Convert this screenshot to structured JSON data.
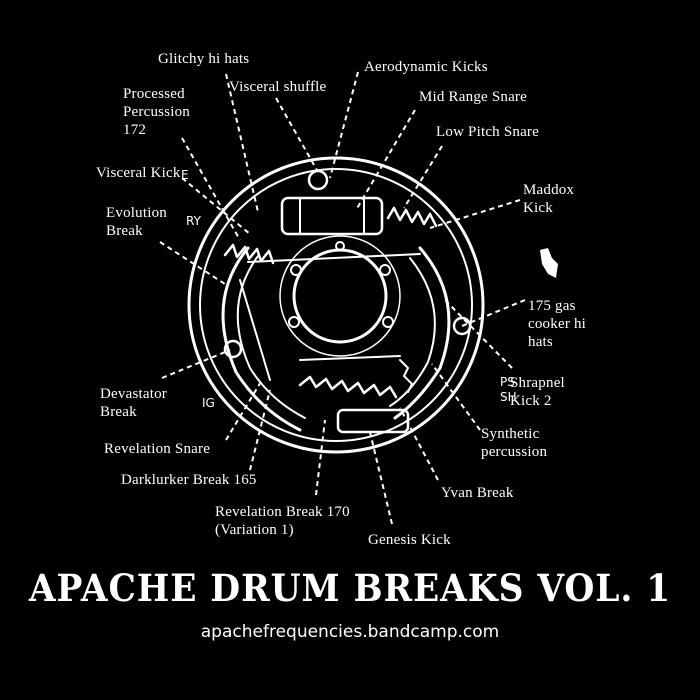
{
  "labels": {
    "glitchy_hi_hats": "Glitchy hi hats",
    "aerodynamic_kicks": "Aerodynamic Kicks",
    "processed_percussion": "Processed\nPercussion\n172",
    "visceral_shuffle": "Visceral shuffle",
    "mid_range_snare": "Mid Range Snare",
    "low_pitch_snare": "Low Pitch Snare",
    "visceral_kick": "Visceral Kick",
    "maddox_kick": "Maddox\nKick",
    "evolution_break": "Evolution\nBreak",
    "gas_cooker_hi_hats": "175 gas\ncooker hi\nhats",
    "shrapnel_kick": "Shrapnel\nKick 2",
    "devastator_break": "Devastator\nBreak",
    "revelation_snare": "Revelation Snare",
    "synthetic_percussion": "Synthetic\npercussion",
    "darklurker_break": "Darklurker Break 165",
    "yvan_break": "Yvan Break",
    "revelation_break": "Revelation Break 170\n(Variation 1)",
    "genesis_kick": "Genesis Kick"
  },
  "stray_letters": {
    "ry": "RY",
    "ig": "IG",
    "ps": "PS",
    "sh": "SH",
    "e": "E"
  },
  "title": "APACHE DRUM BREAKS VOL. 1",
  "url": "apachefrequencies.bandcamp.com",
  "colors": {
    "background": "#000000",
    "ink": "#ffffff"
  }
}
